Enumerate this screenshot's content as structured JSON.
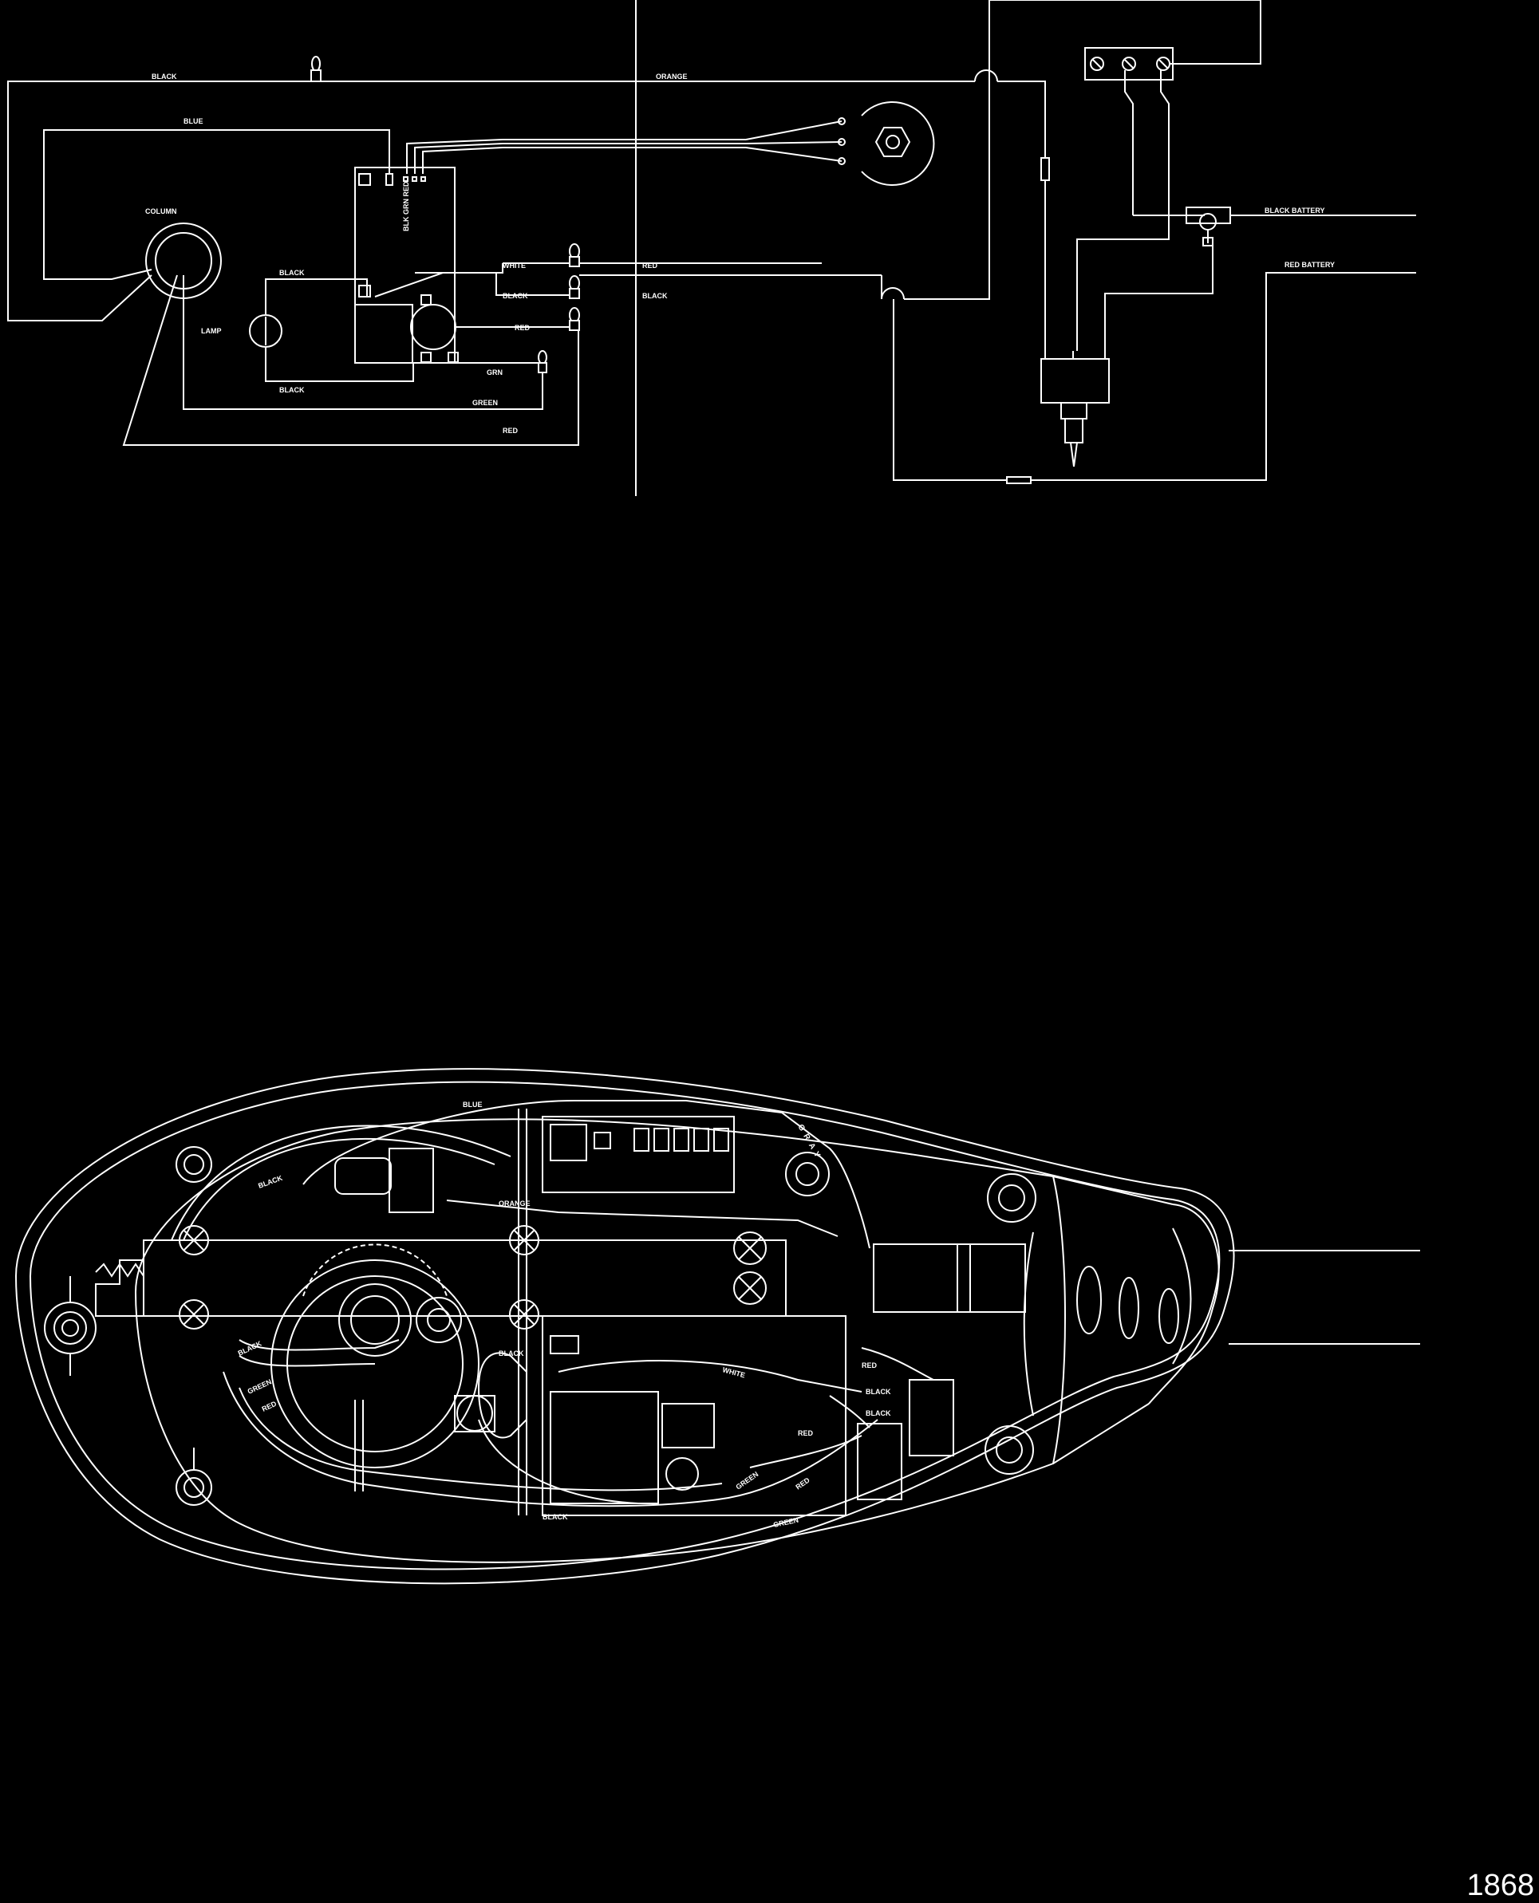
{
  "schematic": {
    "labels": {
      "black_top": "BLACK",
      "blue": "BLUE",
      "orange": "ORANGE",
      "column": "COLUMN",
      "black_lamp": "BLACK",
      "lamp": "LAMP",
      "black_bottom": "BLACK",
      "white": "WHITE",
      "black_mid": "BLACK",
      "red_mid": "RED",
      "grn": "GRN",
      "green": "GREEN",
      "red_bottom": "RED",
      "red_right": "RED",
      "black_right": "BLACK",
      "black_battery": "BLACK BATTERY",
      "red_battery": "RED BATTERY",
      "board_text": "BLK GRN RED"
    }
  },
  "assembly": {
    "labels": {
      "blue": "BLUE",
      "black_upper": "BLACK",
      "orange": "ORANGE",
      "gray": "GRAY",
      "black_gear": "BLACK",
      "green": "GREEN",
      "red": "RED",
      "black_center": "BLACK",
      "white": "WHITE",
      "red_right": "RED",
      "black_right1": "BLACK",
      "black_right2": "BLACK",
      "red_lower": "RED",
      "green_lower": "GREEN",
      "red_lower2": "RED",
      "black_bottom": "BLACK",
      "green_bottom": "GREEN"
    }
  },
  "figure_number": "1868"
}
